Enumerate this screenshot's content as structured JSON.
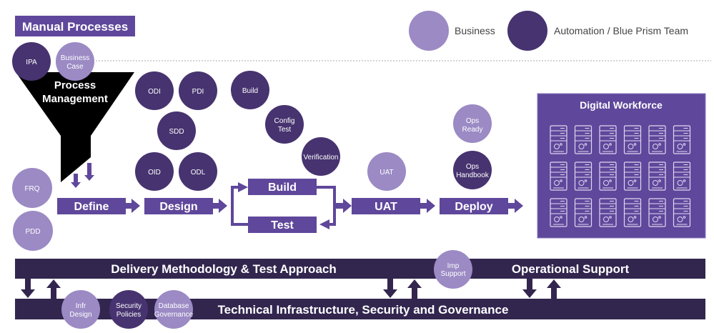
{
  "title": "Manual Processes",
  "legend": {
    "business": "Business",
    "automation": "Automation / Blue Prism Team"
  },
  "colors": {
    "business": "#9b8ac4",
    "automation": "#46336f",
    "stage": "#5f479b",
    "foundation": "#32264f",
    "funnel": "#000000"
  },
  "funnel": {
    "line1": "Process",
    "line2": "Management"
  },
  "circles": {
    "ipa": "IPA",
    "business_case_1": "Business",
    "business_case_2": "Case",
    "frq": "FRQ",
    "pdd": "PDD",
    "odi": "ODI",
    "pdi": "PDI",
    "sdd": "SDD",
    "oid": "OID",
    "odl": "ODL",
    "build": "Build",
    "config_test_1": "Config",
    "config_test_2": "Test",
    "verification": "Verification",
    "uat": "UAT",
    "ops_ready_1": "Ops",
    "ops_ready_2": "Ready",
    "ops_handbook_1": "Ops",
    "ops_handbook_2": "Handbook",
    "imp_support_1": "Imp",
    "imp_support_2": "Support",
    "infr_design_1": "Infr",
    "infr_design_2": "Design",
    "security_policies_1": "Security",
    "security_policies_2": "Policies",
    "database_governance_1": "Database",
    "database_governance_2": "Governance"
  },
  "stages": {
    "define": "Define",
    "design": "Design",
    "build": "Build",
    "test": "Test",
    "uat": "UAT",
    "deploy": "Deploy"
  },
  "workforce": {
    "title": "Digital Workforce",
    "server_count": 18
  },
  "bars": {
    "delivery": "Delivery Methodology & Test Approach",
    "operational": "Operational Support",
    "technical": "Technical Infrastructure, Security and Governance"
  }
}
